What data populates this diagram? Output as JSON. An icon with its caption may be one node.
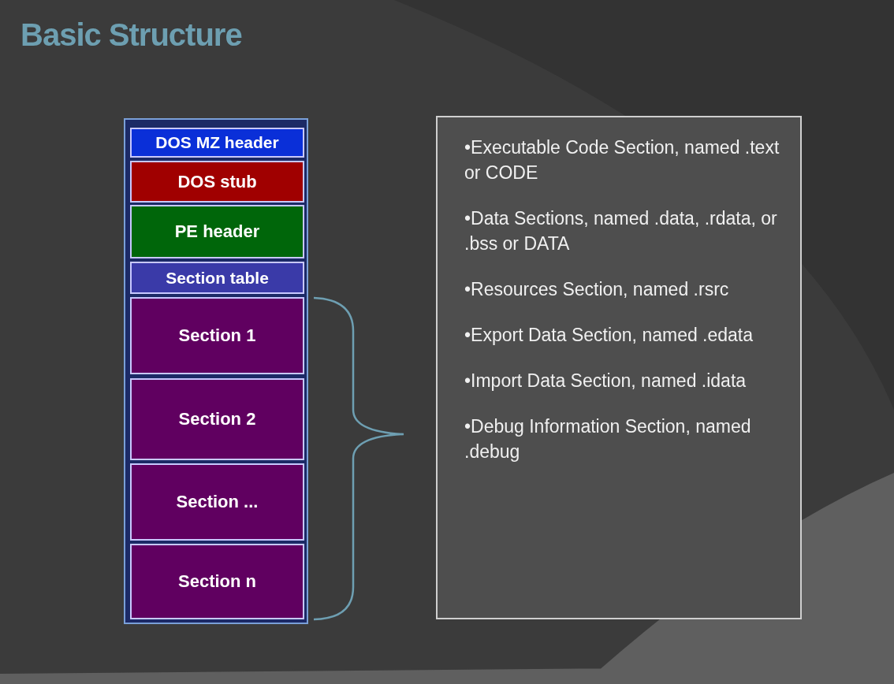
{
  "diagram": {
    "title": "Basic Structure",
    "nodes": [
      {
        "text": [],
        "shape": "box"
      },
      {
        "text": [
          "DOS MZ header"
        ],
        "in": 0
      },
      {
        "text": [
          "DOS stub"
        ],
        "in": 0
      },
      {
        "text": [
          "PE header"
        ],
        "in": 0
      },
      {
        "text": [
          "Section table"
        ],
        "in": 0
      },
      {
        "text": [
          "Section 1"
        ],
        "in": 0
      },
      {
        "text": [
          "Section 2"
        ],
        "in": 0
      },
      {
        "text": [
          "Section ..."
        ],
        "in": 0
      },
      {
        "text": [
          "Section n"
        ],
        "in": 0
      },
      {
        "text": [
          "•Executable Code Section, named .text or CODE",
          "•Data Sections, named .data, .rdata, or .bss or DATA",
          "•Resources Section, named .rsrc",
          "•Export Data Section, named .edata",
          "•Import Data Section, named .idata",
          "•Debug Information Section, named .debug"
        ]
      }
    ],
    "edges": []
  }
}
